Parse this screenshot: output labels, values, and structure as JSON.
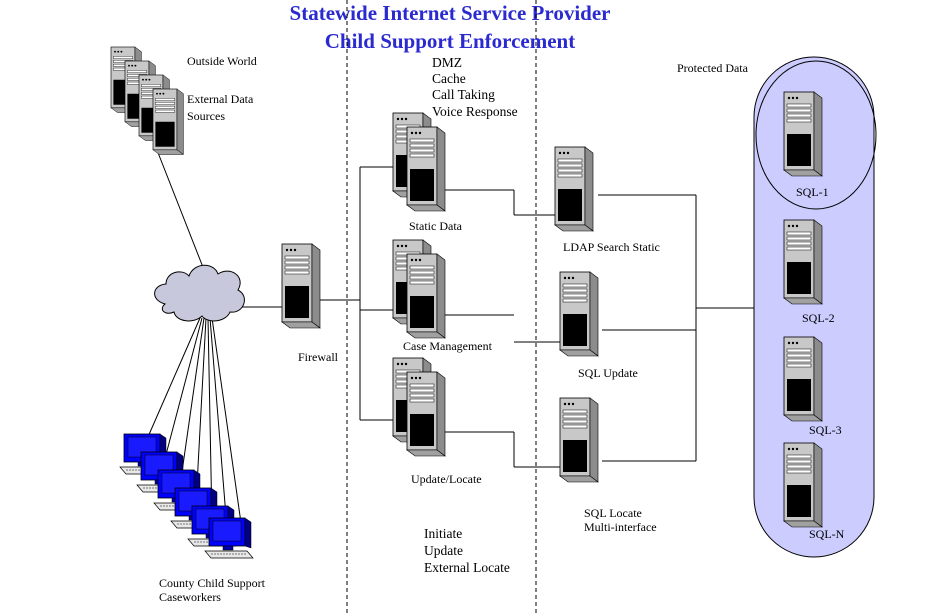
{
  "title": {
    "line1": "Statewide Internet Service Provider",
    "line2": "Child Support Enforcement"
  },
  "colors": {
    "title": "#2a2ad0",
    "protected_zone": "#ccccff",
    "monitor_blue": "#0000ff",
    "cloud": "#c8c8dc"
  },
  "labels": {
    "outside_world": "Outside World",
    "external_sources": [
      "External Data",
      "Sources"
    ],
    "dmz": [
      "DMZ",
      "Cache",
      "Call Taking",
      "Voice Response"
    ],
    "protected_data": "Protected Data",
    "static_data": "Static Data",
    "ldap": "LDAP Search Static",
    "firewall": "Firewall",
    "case_management": "Case Management",
    "sql_update": "SQL Update",
    "update_locate": "Update/Locate",
    "sql_locate": [
      "SQL Locate",
      "Multi-interface"
    ],
    "initiate": [
      "Initiate",
      "Update",
      "External Locate"
    ],
    "caseworkers": [
      "County Child Support",
      "Caseworkers"
    ],
    "sql1": "SQL-1",
    "sql2": "SQL-2",
    "sql3": "SQL-3",
    "sqln": "SQL-N"
  }
}
